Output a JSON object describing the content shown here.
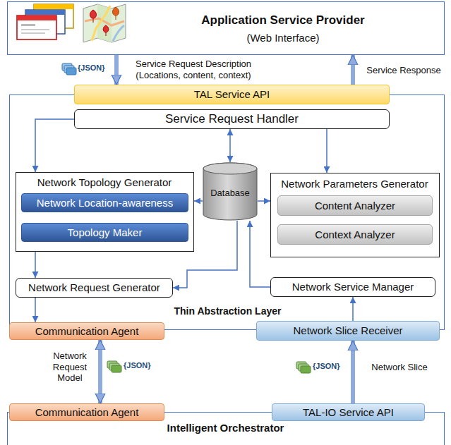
{
  "diagram": {
    "nodes": [
      {
        "text": [
          "Application Service Provider",
          "(Web Interface)"
        ]
      },
      {
        "text": [
          "Thin Abstraction Layer"
        ]
      },
      {
        "text": [
          "TAL Service API"
        ],
        "in": 1
      },
      {
        "text": [
          "Service Request Handler"
        ],
        "in": 1
      },
      {
        "text": [
          "Network Topology Generator"
        ],
        "in": 1
      },
      {
        "text": [
          "Network Location-awareness"
        ],
        "in": 4
      },
      {
        "text": [
          "Topology Maker"
        ],
        "in": 4
      },
      {
        "text": [
          "Database"
        ],
        "in": 1
      },
      {
        "text": [
          "Network Parameters Generator"
        ],
        "in": 1
      },
      {
        "text": [
          "Content Analyzer"
        ],
        "in": 8
      },
      {
        "text": [
          "Context Analyzer"
        ],
        "in": 8
      },
      {
        "text": [
          "Network Request Generator"
        ],
        "in": 1
      },
      {
        "text": [
          "Network Service Manager"
        ],
        "in": 1
      },
      {
        "text": [
          "Communication Agent"
        ],
        "in": 1
      },
      {
        "text": [
          "Network Slice Receiver"
        ],
        "in": 1
      },
      {
        "text": [
          "Intelligent Orchestrator"
        ]
      },
      {
        "text": [
          "Communication Agent"
        ],
        "in": 15
      },
      {
        "text": [
          "TAL-IO Service API"
        ],
        "in": 15
      }
    ],
    "edges": [
      {
        "from": 0,
        "to": 2,
        "arrow": "to",
        "label": "Service Request Description (Locations, content, context)"
      },
      {
        "from": 2,
        "to": 0,
        "arrow": "to",
        "label": "Service Response"
      },
      {
        "from": 3,
        "to": 4,
        "arrow": "to"
      },
      {
        "from": 3,
        "to": 7,
        "arrow": "both"
      },
      {
        "from": 3,
        "to": 8,
        "arrow": "to"
      },
      {
        "from": 5,
        "to": 6,
        "arrow": "to"
      },
      {
        "from": 7,
        "to": 4,
        "arrow": "to"
      },
      {
        "from": 7,
        "to": 8,
        "arrow": "to"
      },
      {
        "from": 4,
        "to": 11,
        "arrow": "to"
      },
      {
        "from": 7,
        "to": 11,
        "arrow": "to"
      },
      {
        "from": 12,
        "to": 7,
        "arrow": "to"
      },
      {
        "from": 11,
        "to": 13,
        "arrow": "to"
      },
      {
        "from": 13,
        "to": 16,
        "arrow": "both",
        "label": "Network Request Model"
      },
      {
        "from": 14,
        "to": 12,
        "arrow": "to"
      },
      {
        "from": 17,
        "to": 14,
        "arrow": "to",
        "label": "Network Slice"
      }
    ],
    "labels": [
      "{JSON}",
      "{JSON}",
      "{JSON}"
    ]
  }
}
